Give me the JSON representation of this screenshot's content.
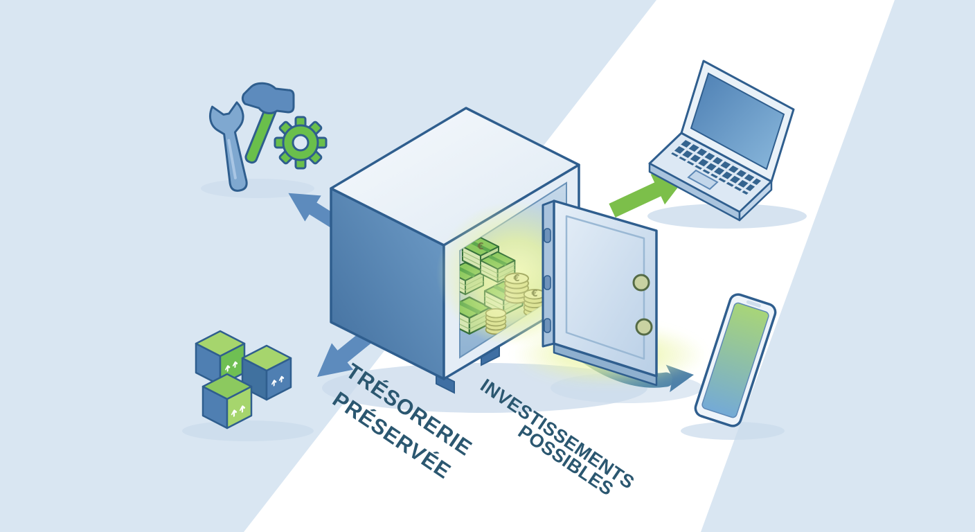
{
  "illustration": {
    "labels": {
      "treasury": {
        "line1": "TRÉSORERIE",
        "line2": "PRÉSERVÉE"
      },
      "investments": {
        "line1": "INVESTISSEMENTS",
        "line2": "POSSIBLES"
      }
    },
    "currency_symbol": "€",
    "colors": {
      "background_band": "#d9e6f2",
      "outline_blue": "#2f5e8e",
      "primary_blue": "#4d7fb3",
      "light_blue": "#dce8f4",
      "green": "#6abf4b",
      "light_green": "#a6d56d",
      "glow_yellow_green": "#eef5a6",
      "label_text": "#2b5770"
    },
    "objects": [
      "wrench-icon",
      "hammer-icon",
      "gear-icon",
      "shipping-boxes-icon",
      "open-safe-icon",
      "money-stacks",
      "coin-stacks",
      "laptop-icon",
      "smartphone-icon",
      "arrow-up-left",
      "arrow-down-left",
      "arrow-up-right",
      "arrow-curved-right"
    ]
  }
}
